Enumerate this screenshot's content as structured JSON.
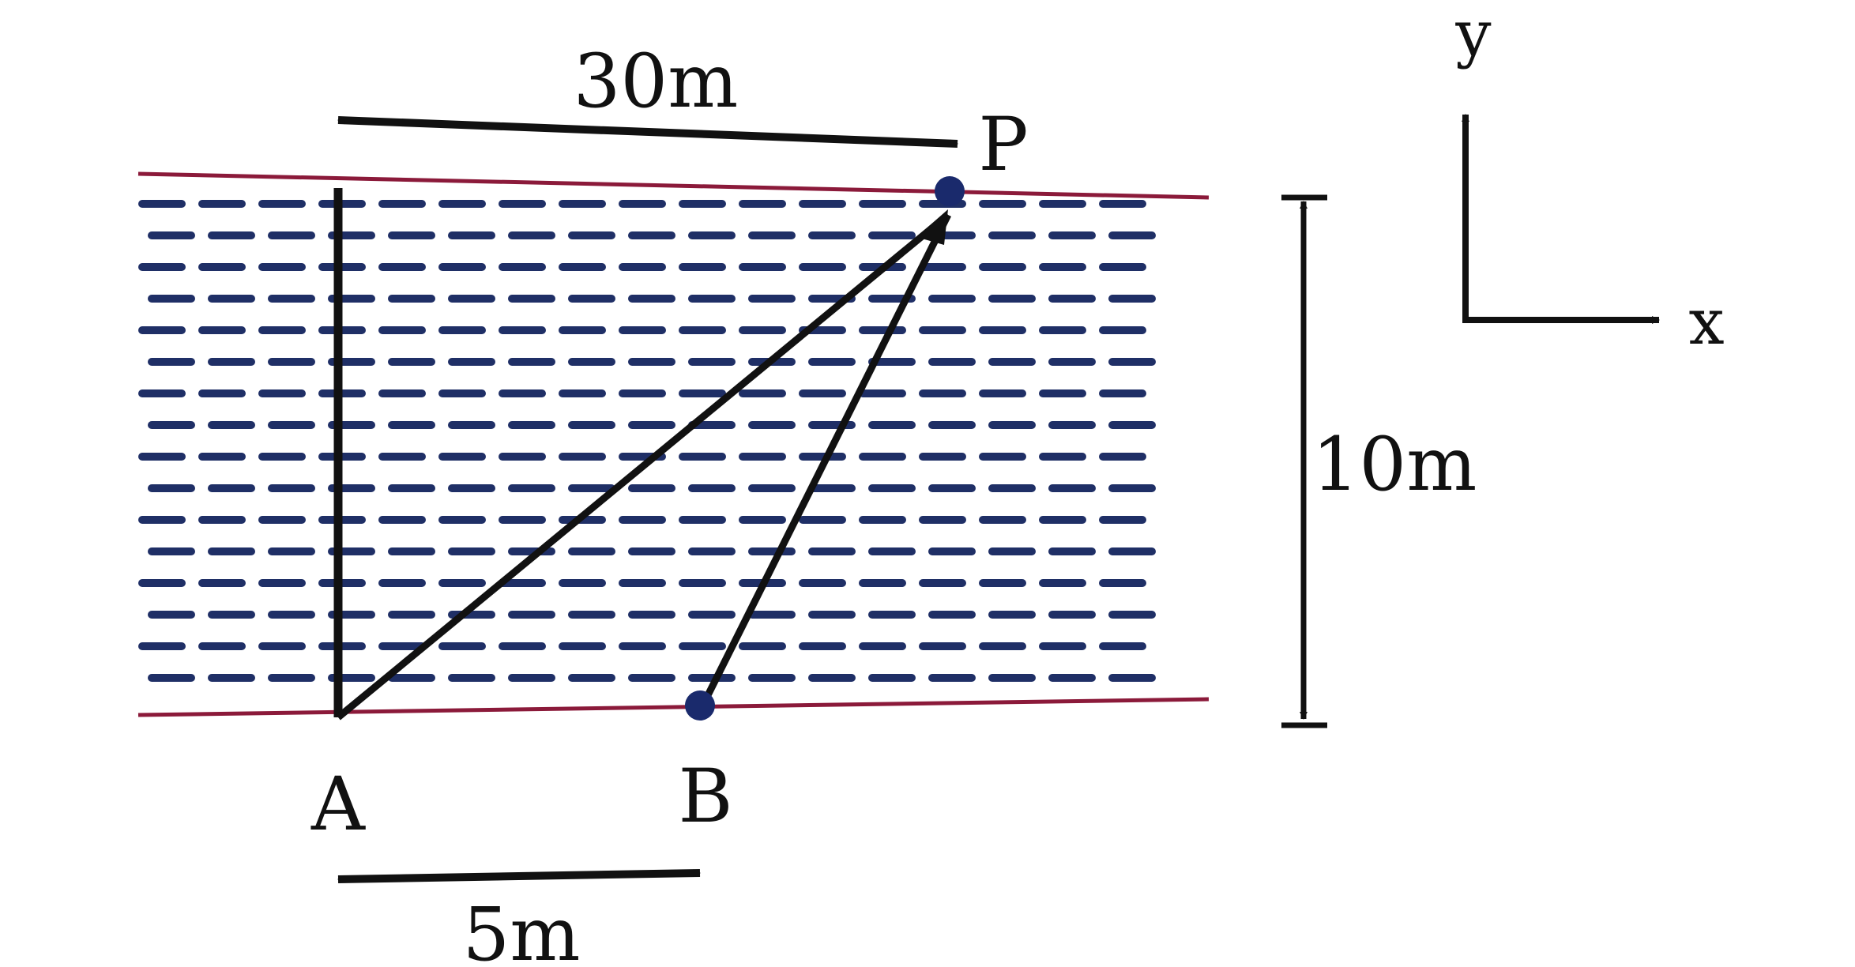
{
  "labels": {
    "top_distance": "30m",
    "width": "10m",
    "bottom_distance": "5m",
    "point_a": "A",
    "point_b": "B",
    "point_p": "P",
    "axis_x": "x",
    "axis_y": "y"
  },
  "colors": {
    "bank": "#8b1a3a",
    "water": "#1f2f66",
    "ink": "#111111",
    "point": "#1a2a6c"
  }
}
